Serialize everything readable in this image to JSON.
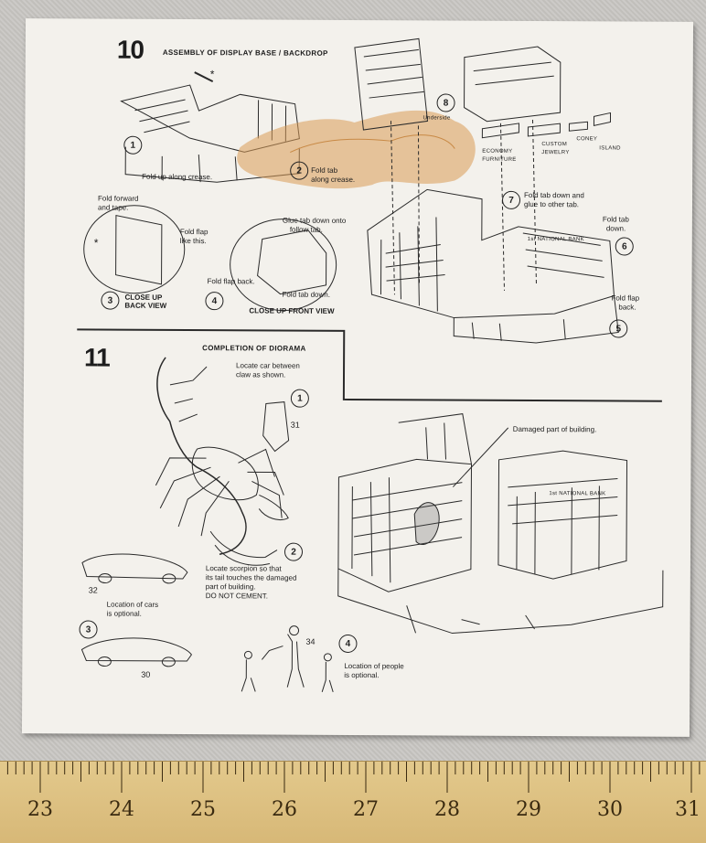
{
  "section10": {
    "number": "10",
    "title": "ASSEMBLY OF DISPLAY BASE / BACKDROP",
    "step1": {
      "num": "1",
      "text": "Fold up along crease."
    },
    "step2": {
      "num": "2",
      "text_a": "Fold tab",
      "text_b": "along crease."
    },
    "step3": {
      "num": "3",
      "fold_forward": "Fold forward",
      "and_tape": "and tape.",
      "fold_flap": "Fold flap",
      "like_this": "like this.",
      "label1": "CLOSE UP",
      "label2": "BACK VIEW"
    },
    "step4": {
      "num": "4",
      "glue": "Glue tab down onto",
      "follow": "follow tab.",
      "fold_flap_back": "Fold flap back.",
      "fold_tab_down": "Fold tab down.",
      "label": "CLOSE UP FRONT VIEW"
    },
    "step5": {
      "num": "5",
      "text_a": "Fold flap",
      "text_b": "back."
    },
    "step6": {
      "num": "6",
      "text_a": "Fold tab",
      "text_b": "down."
    },
    "step7": {
      "num": "7",
      "text_a": "Fold tab down and",
      "text_b": "glue to other tab."
    },
    "step8": {
      "num": "8",
      "text": "Underside"
    },
    "asterisk": "*",
    "signs": {
      "economy_a": "ECONOMY",
      "economy_b": "FURNITURE",
      "custom_a": "CUSTOM",
      "custom_b": "JEWELRY",
      "coney": "CONEY",
      "island": "ISLAND"
    },
    "bank_sign": "1st NATIONAL BANK"
  },
  "section11": {
    "number": "11",
    "title": "COMPLETION OF DIORAMA",
    "step1": {
      "num": "1",
      "text_a": "Locate car between",
      "text_b": "claw as shown.",
      "part": "31"
    },
    "step2": {
      "num": "2",
      "text_a": "Locate scorpion so that",
      "text_b": "its tail touches the damaged",
      "text_c": "part of building.",
      "text_d": "DO NOT CEMENT."
    },
    "step3": {
      "num": "3",
      "car_a_part": "32",
      "car_b_part": "30",
      "text_a": "Location of cars",
      "text_b": "is optional."
    },
    "step4": {
      "num": "4",
      "part": "34",
      "text_a": "Location of people",
      "text_b": "is optional."
    },
    "damaged": "Damaged part of building.",
    "bank_sign": "1st NATIONAL BANK"
  },
  "ruler": {
    "numbers": [
      "23",
      "24",
      "25",
      "26",
      "27",
      "28",
      "29",
      "30",
      "31"
    ]
  }
}
